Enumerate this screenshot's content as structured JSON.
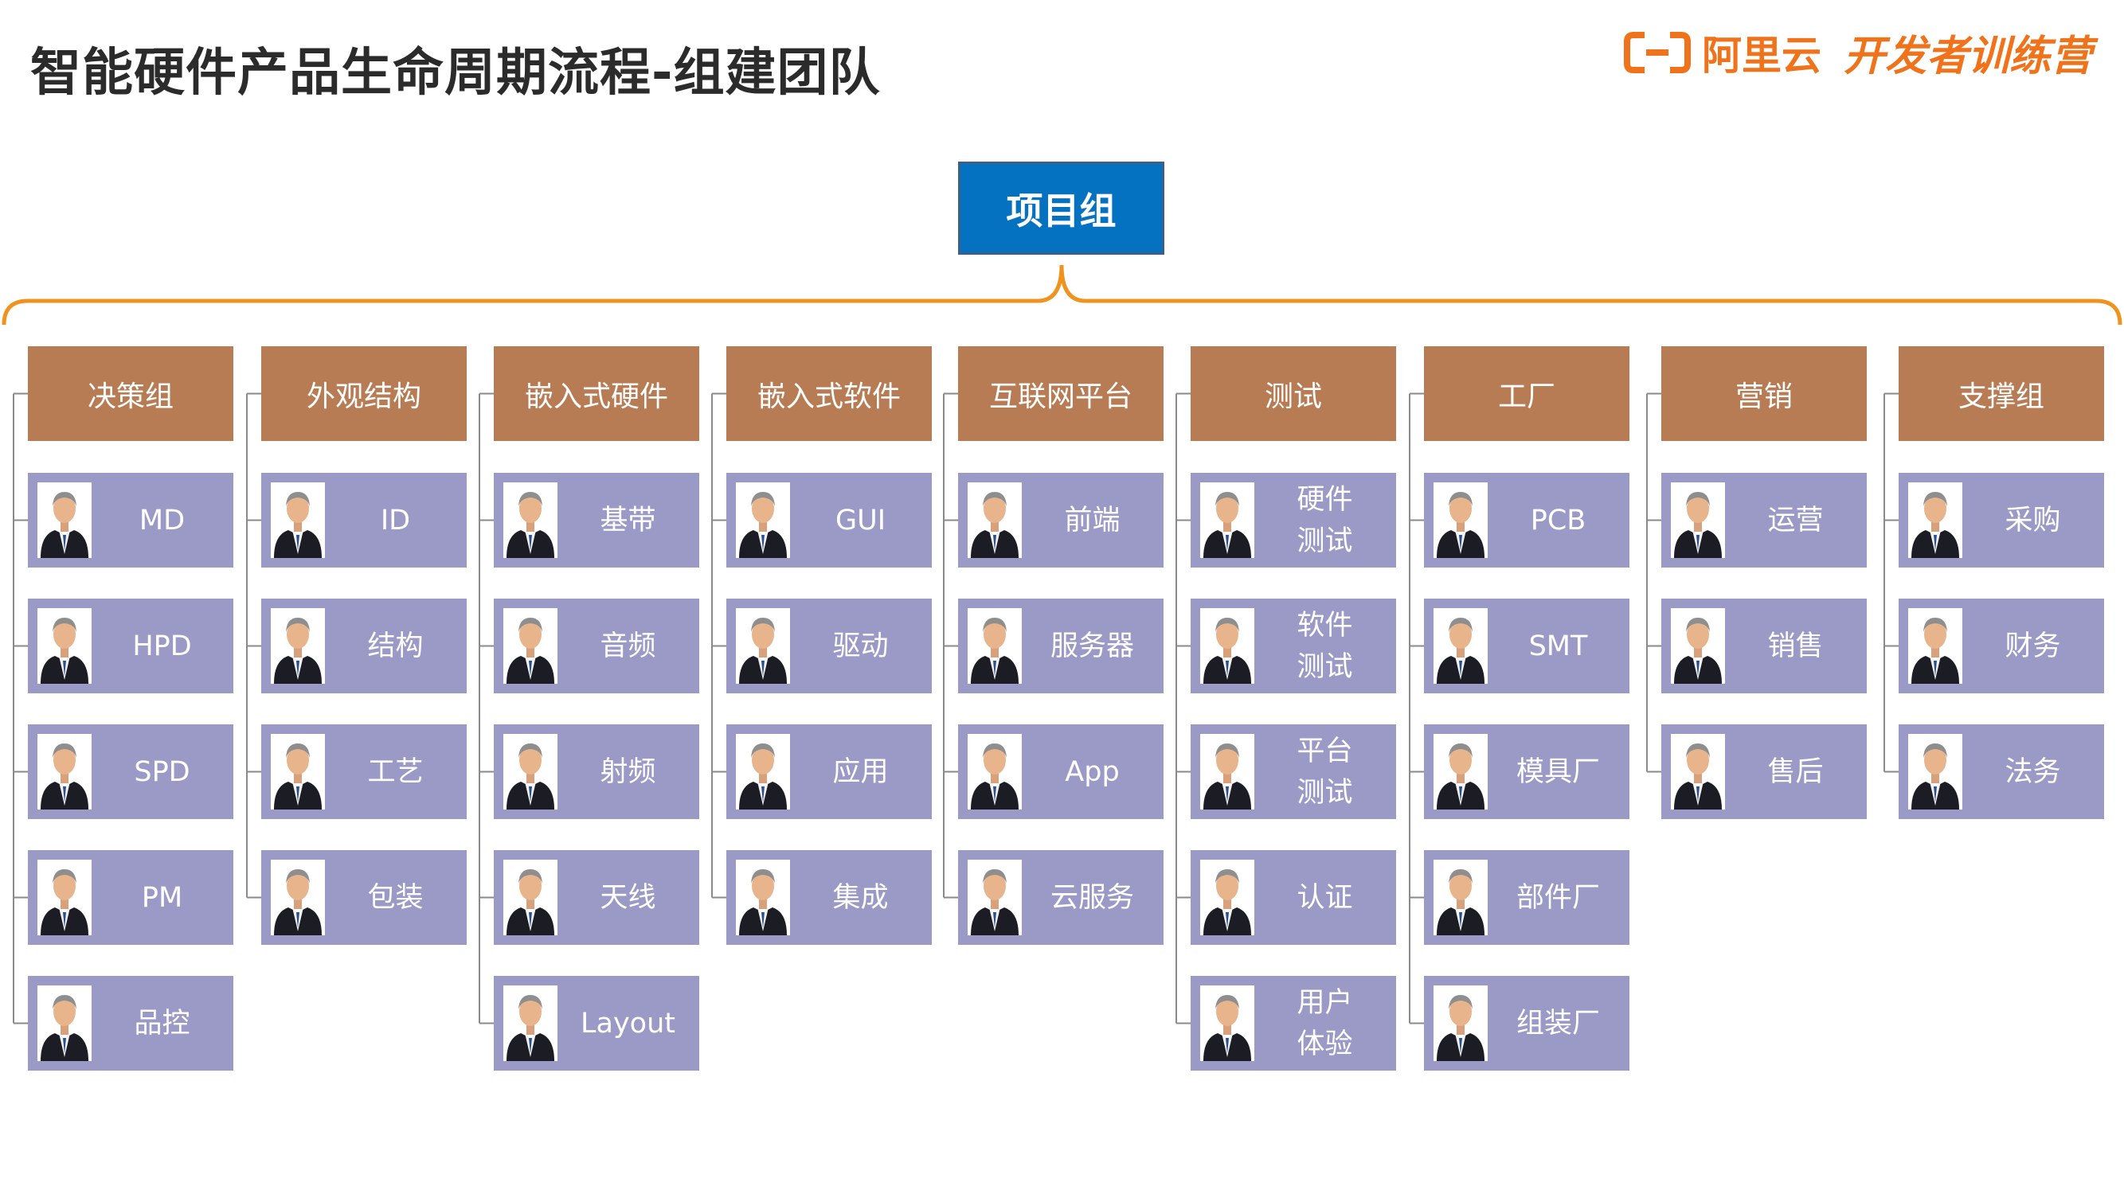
{
  "title": "智能硬件产品生命周期流程-组建团队",
  "brand": {
    "name": "阿里云",
    "subtitle": "开发者训练营",
    "logo_icon": "aliyun-logo-icon",
    "color": "#f0721a"
  },
  "root": {
    "label": "项目组",
    "color": "#0571c1"
  },
  "colors": {
    "department": "#b87c55",
    "member": "#9b9ac7",
    "bracket": "#f0921e",
    "connector": "#8a8a8a"
  },
  "departments": [
    {
      "label": "决策组",
      "members": [
        "MD",
        "HPD",
        "SPD",
        "PM",
        "品控"
      ]
    },
    {
      "label": "外观结构",
      "members": [
        "ID",
        "结构",
        "工艺",
        "包装"
      ]
    },
    {
      "label": "嵌入式硬件",
      "members": [
        "基带",
        "音频",
        "射频",
        "天线",
        "Layout"
      ]
    },
    {
      "label": "嵌入式软件",
      "members": [
        "GUI",
        "驱动",
        "应用",
        "集成"
      ]
    },
    {
      "label": "互联网平台",
      "members": [
        "前端",
        "服务器",
        "App",
        "云服务"
      ]
    },
    {
      "label": "测试",
      "members": [
        "硬件\n测试",
        "软件\n测试",
        "平台\n测试",
        "认证",
        "用户\n体验"
      ]
    },
    {
      "label": "工厂",
      "members": [
        "PCB",
        "SMT",
        "模具厂",
        "部件厂",
        "组装厂"
      ]
    },
    {
      "label": "营销",
      "members": [
        "运营",
        "销售",
        "售后"
      ]
    },
    {
      "label": "支撑组",
      "members": [
        "采购",
        "财务",
        "法务"
      ]
    }
  ],
  "member_icon": "person-avatar-icon"
}
